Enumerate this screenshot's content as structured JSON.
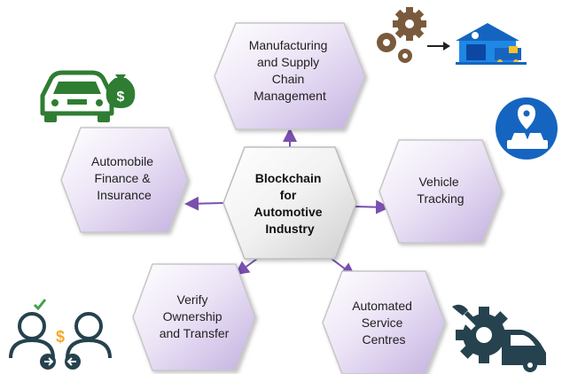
{
  "center": {
    "lines": [
      "Blockchain",
      "for",
      "Automotive",
      "Industry"
    ]
  },
  "nodes": {
    "manufacturing": {
      "lines": [
        "Manufacturing",
        "and Supply",
        "Chain",
        "Management"
      ]
    },
    "finance": {
      "lines": [
        "Automobile",
        "Finance &",
        "Insurance"
      ]
    },
    "tracking": {
      "lines": [
        "Vehicle",
        "Tracking"
      ]
    },
    "ownership": {
      "lines": [
        "Verify",
        "Ownership",
        "and Transfer"
      ]
    },
    "service": {
      "lines": [
        "Automated",
        "Service",
        "Centres"
      ]
    }
  },
  "icons": {
    "money": "$",
    "transfer": "$"
  },
  "colors": {
    "hex_fill_light": "#f4f0fa",
    "hex_fill_dark": "#c9b8e4",
    "hex_stroke": "#c6c6c6",
    "arrow": "#7a4fb0",
    "icon_dark": "#26424e",
    "icon_green": "#2e7d32",
    "icon_blue": "#1565c0",
    "icon_gear": "#7a5a3c"
  }
}
